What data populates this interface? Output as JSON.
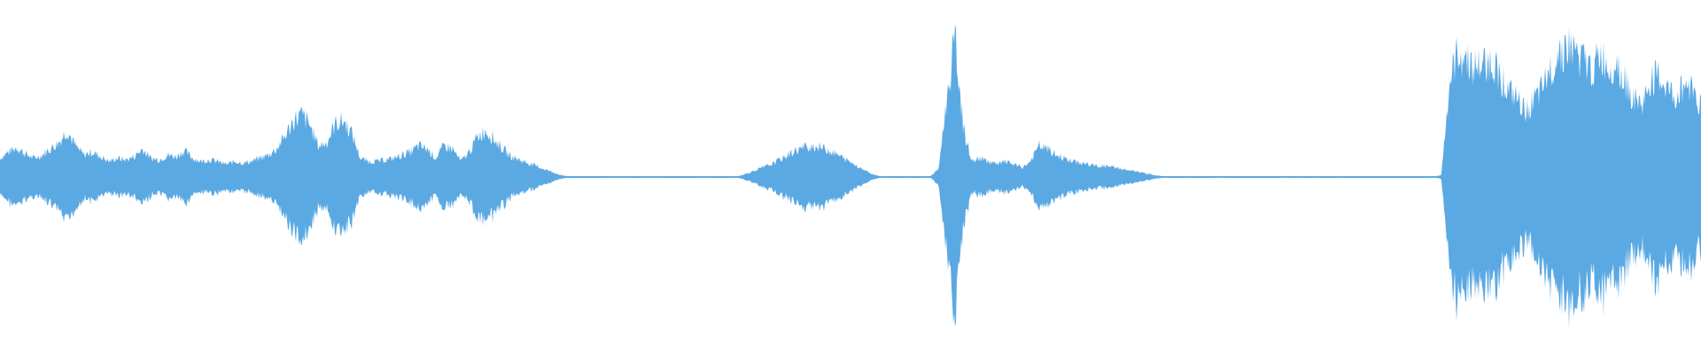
{
  "waveform": {
    "color": "#5ba9e3",
    "background": "#ffffff",
    "amplitude_envelope": [
      0.12,
      0.16,
      0.19,
      0.15,
      0.12,
      0.14,
      0.18,
      0.22,
      0.3,
      0.2,
      0.14,
      0.16,
      0.13,
      0.1,
      0.12,
      0.11,
      0.13,
      0.18,
      0.12,
      0.11,
      0.14,
      0.13,
      0.17,
      0.12,
      0.1,
      0.11,
      0.1,
      0.08,
      0.1,
      0.09,
      0.1,
      0.12,
      0.14,
      0.18,
      0.26,
      0.36,
      0.4,
      0.33,
      0.2,
      0.22,
      0.34,
      0.36,
      0.28,
      0.12,
      0.1,
      0.1,
      0.11,
      0.12,
      0.14,
      0.16,
      0.2,
      0.18,
      0.12,
      0.2,
      0.18,
      0.1,
      0.16,
      0.26,
      0.3,
      0.24,
      0.18,
      0.13,
      0.11,
      0.09,
      0.07,
      0.05,
      0.03,
      0.01,
      0.003,
      0.003,
      0.003,
      0.003,
      0.003,
      0.003,
      0.003,
      0.003,
      0.003,
      0.003,
      0.003,
      0.003,
      0.003,
      0.003,
      0.003,
      0.003,
      0.003,
      0.003,
      0.003,
      0.003,
      0.003,
      0.02,
      0.04,
      0.06,
      0.08,
      0.11,
      0.14,
      0.17,
      0.19,
      0.2,
      0.19,
      0.17,
      0.14,
      0.11,
      0.08,
      0.05,
      0.02,
      0.005,
      0.003,
      0.003,
      0.003,
      0.003,
      0.003,
      0.003,
      0.05,
      0.5,
      0.88,
      0.3,
      0.1,
      0.12,
      0.1,
      0.08,
      0.1,
      0.08,
      0.06,
      0.1,
      0.2,
      0.18,
      0.14,
      0.12,
      0.1,
      0.09,
      0.08,
      0.07,
      0.07,
      0.06,
      0.05,
      0.04,
      0.03,
      0.02,
      0.01,
      0.003,
      0.003,
      0.003,
      0.003,
      0.003,
      0.003,
      0.003,
      0.003,
      0.003,
      0.003,
      0.003,
      0.003,
      0.003,
      0.003,
      0.003,
      0.003,
      0.003,
      0.003,
      0.003,
      0.003,
      0.003,
      0.003,
      0.003,
      0.003,
      0.003,
      0.003,
      0.003,
      0.003,
      0.003,
      0.003,
      0.003,
      0.003,
      0.003,
      0.01,
      0.6,
      0.8,
      0.76,
      0.7,
      0.72,
      0.74,
      0.66,
      0.55,
      0.5,
      0.42,
      0.48,
      0.55,
      0.68,
      0.8,
      0.84,
      0.8,
      0.74,
      0.68,
      0.78,
      0.7,
      0.74,
      0.6,
      0.5,
      0.46,
      0.62,
      0.64,
      0.56,
      0.5,
      0.6,
      0.58,
      0.46
    ]
  }
}
